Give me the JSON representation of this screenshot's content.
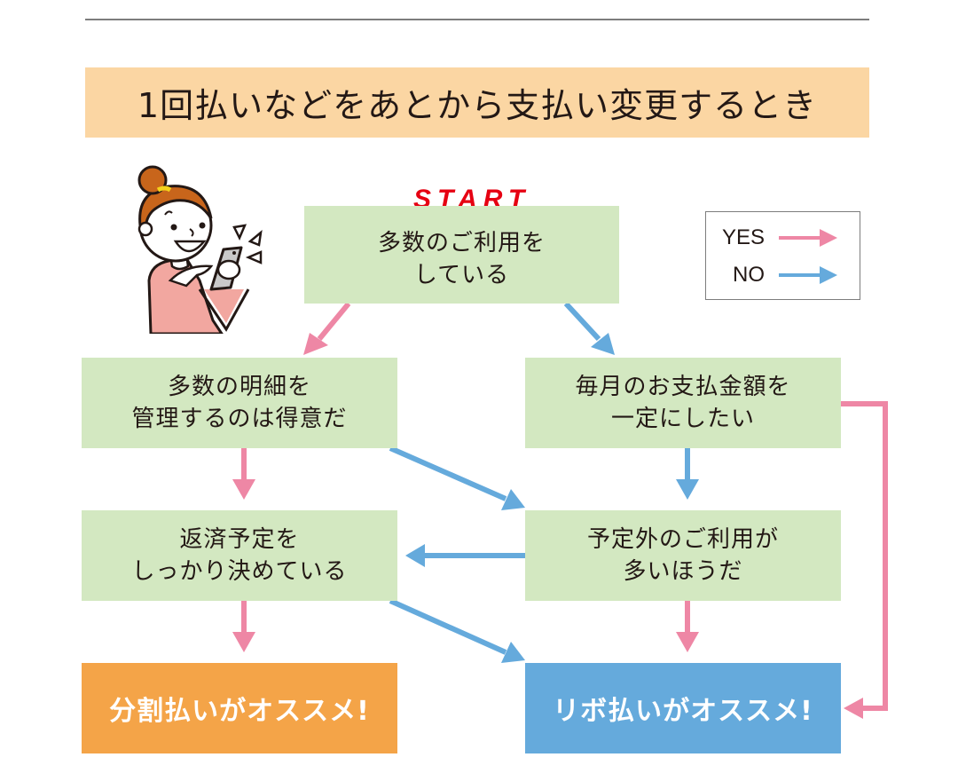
{
  "title": "1回払いなどをあとから支払い変更するとき",
  "start_label": "START",
  "legend": {
    "items": [
      {
        "label": "YES",
        "color": "#ee87a5",
        "meaning": "yes-arrow"
      },
      {
        "label": "NO",
        "color": "#65aadc",
        "meaning": "no-arrow"
      }
    ]
  },
  "colors": {
    "banner": "#fbd6a3",
    "question_node": "#d3e8c1",
    "yes": "#ee87a5",
    "no": "#65aadc",
    "result_installment": "#f4a448",
    "result_revolving": "#65aadc",
    "start": "#e60012"
  },
  "nodes": {
    "start": {
      "lines": [
        "多数のご利用を",
        "している"
      ]
    },
    "manage_statements": {
      "lines": [
        "多数の明細を",
        "管理するのは得意だ"
      ]
    },
    "fixed_monthly": {
      "lines": [
        "毎月のお支払金額を",
        "一定にしたい"
      ]
    },
    "repayment_plan": {
      "lines": [
        "返済予定を",
        "しっかり決めている"
      ]
    },
    "unplanned_usage": {
      "lines": [
        "予定外のご利用が",
        "多いほうだ"
      ]
    }
  },
  "results": {
    "installment": "分割払いがオススメ!",
    "revolving": "リボ払いがオススメ!"
  },
  "edges": [
    {
      "from": "start",
      "to": "manage_statements",
      "type": "yes"
    },
    {
      "from": "start",
      "to": "fixed_monthly",
      "type": "no"
    },
    {
      "from": "manage_statements",
      "to": "repayment_plan",
      "type": "yes"
    },
    {
      "from": "manage_statements",
      "to": "unplanned_usage",
      "type": "no"
    },
    {
      "from": "fixed_monthly",
      "to": "unplanned_usage",
      "type": "no"
    },
    {
      "from": "fixed_monthly",
      "to": "revolving",
      "type": "yes"
    },
    {
      "from": "unplanned_usage",
      "to": "repayment_plan",
      "type": "no"
    },
    {
      "from": "unplanned_usage",
      "to": "revolving",
      "type": "yes"
    },
    {
      "from": "repayment_plan",
      "to": "installment",
      "type": "yes"
    },
    {
      "from": "repayment_plan",
      "to": "revolving",
      "type": "no"
    }
  ],
  "illustration": "woman-with-smartphone-illustration"
}
